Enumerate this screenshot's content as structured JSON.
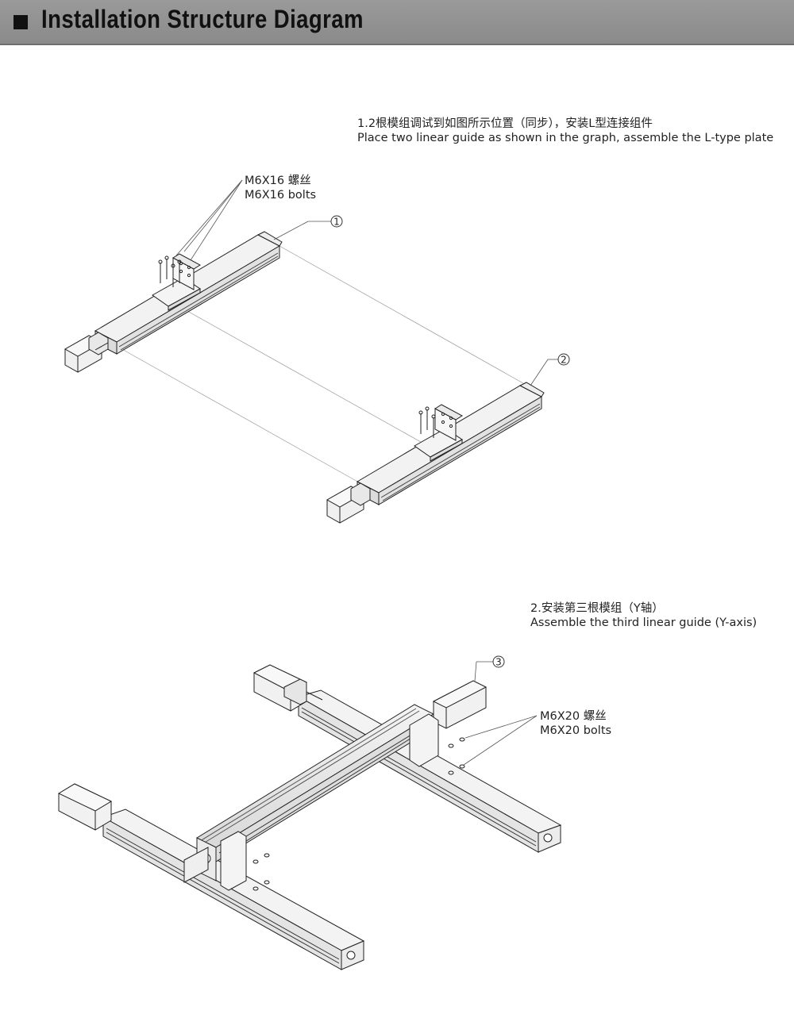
{
  "header": {
    "title": "Installation Structure Diagram"
  },
  "step1": {
    "line_cn": "1.2根模组调试到如图所示位置（同步），安装L型连接组件",
    "line_en": "Place two linear guide as shown in the graph, assemble the L-type plate"
  },
  "bolts1": {
    "line_cn": "M6X16 螺丝",
    "line_en": "M6X16 bolts"
  },
  "step2": {
    "line_cn": "2.安装第三根模组（Y轴）",
    "line_en": "Assemble the third linear guide (Y-axis)"
  },
  "bolts2": {
    "line_cn": "M6X20 螺丝",
    "line_en": "M6X20 bolts"
  },
  "callouts": {
    "c1": "1",
    "c2": "2",
    "c3": "3"
  }
}
